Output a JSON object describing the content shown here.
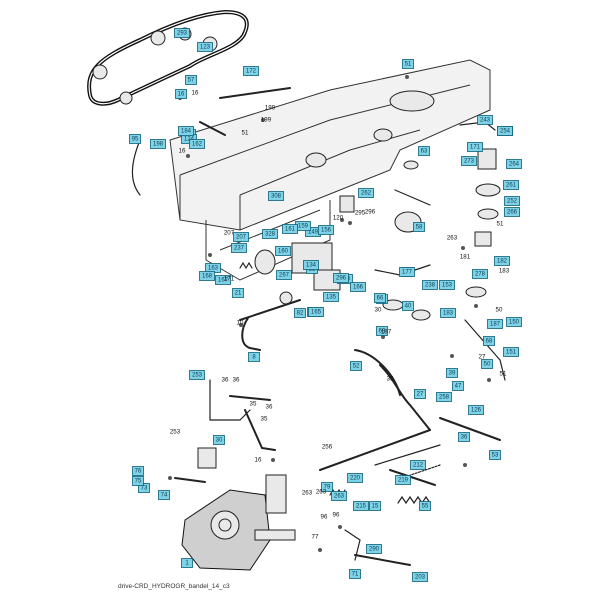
{
  "caption": "drive-CRD_HYDROGR_bandel_14_c3",
  "colors": {
    "callout_fill": "#7fd3e8",
    "callout_border": "#0d5f77",
    "line": "#222222"
  },
  "callout_labels": [
    "1",
    "8",
    "15",
    "16",
    "17",
    "21",
    "22",
    "27",
    "30",
    "36",
    "39",
    "40",
    "42",
    "47",
    "50",
    "51",
    "52",
    "53",
    "55",
    "57",
    "58",
    "63",
    "66",
    "68",
    "69",
    "71",
    "73",
    "74",
    "75",
    "76",
    "79",
    "82",
    "94",
    "95",
    "123",
    "124",
    "126",
    "134",
    "135",
    "145",
    "149",
    "150",
    "151",
    "153",
    "156",
    "158",
    "159",
    "160",
    "161",
    "162",
    "163",
    "165",
    "166",
    "167",
    "168",
    "171",
    "172",
    "177",
    "182",
    "183",
    "184",
    "187",
    "198",
    "203",
    "207",
    "212",
    "215",
    "219",
    "220",
    "237",
    "238",
    "243",
    "244",
    "252",
    "253",
    "254",
    "258",
    "261",
    "262",
    "263",
    "264",
    "266",
    "267",
    "273",
    "278",
    "290",
    "293",
    "296",
    "308",
    "328"
  ],
  "plain_labels": [
    "16",
    "199",
    "199",
    "51",
    "16",
    "181",
    "207",
    "120",
    "295",
    "263",
    "51",
    "171",
    "96",
    "183",
    "10",
    "187",
    "30",
    "50",
    "27",
    "51",
    "35",
    "36",
    "36",
    "35",
    "253",
    "16",
    "77",
    "36",
    "35",
    "256",
    "96",
    "263",
    "263",
    "296"
  ]
}
